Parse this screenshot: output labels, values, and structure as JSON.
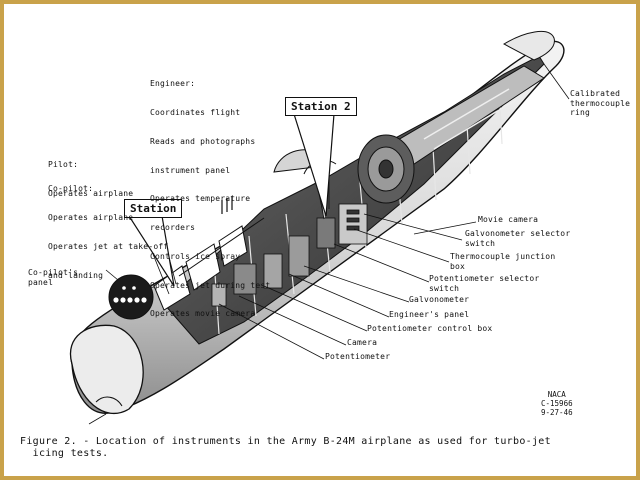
{
  "labels": {
    "engineer_title": "Engineer:",
    "engineer_lines": [
      "Coordinates flight",
      "Reads and photographs",
      "instrument panel",
      "Operates temperature",
      "recorders",
      "Controls ice spray",
      "Operates jet during test",
      "Operates movie camera"
    ],
    "pilot_title": "Pilot:",
    "pilot_lines": [
      "Operates airplane"
    ],
    "copilot_title": "Co-pilot:",
    "copilot_lines": [
      "Operates airplane",
      "Operates jet at take-off",
      "and landing"
    ],
    "copilot_panel": "Co-pilot's\npanel",
    "station_1": "Station",
    "station_2": "Station 2",
    "thermocouple_ring": "Calibrated\nthermocouple\nring",
    "movie_camera": "Movie camera",
    "galvo_switch": "Galvonometer selector\nswitch",
    "thermo_junction": "Thermocouple junction\nbox",
    "pot_switch": "Potentiometer selector\nswitch",
    "galvonometer": "Galvonometer",
    "engineer_panel": "Engineer's panel",
    "pot_control": "Potentiometer control box",
    "camera": "Camera",
    "potentiometer": "Potentiometer"
  },
  "stamp": "NACA\nC-15966\n9-27-46",
  "caption": "Figure 2. - Location of instruments in the Army B-24M airplane as used for turbo-jet\n  icing tests.",
  "colors": {
    "frame": "#c9a24a",
    "ink": "#111111"
  }
}
